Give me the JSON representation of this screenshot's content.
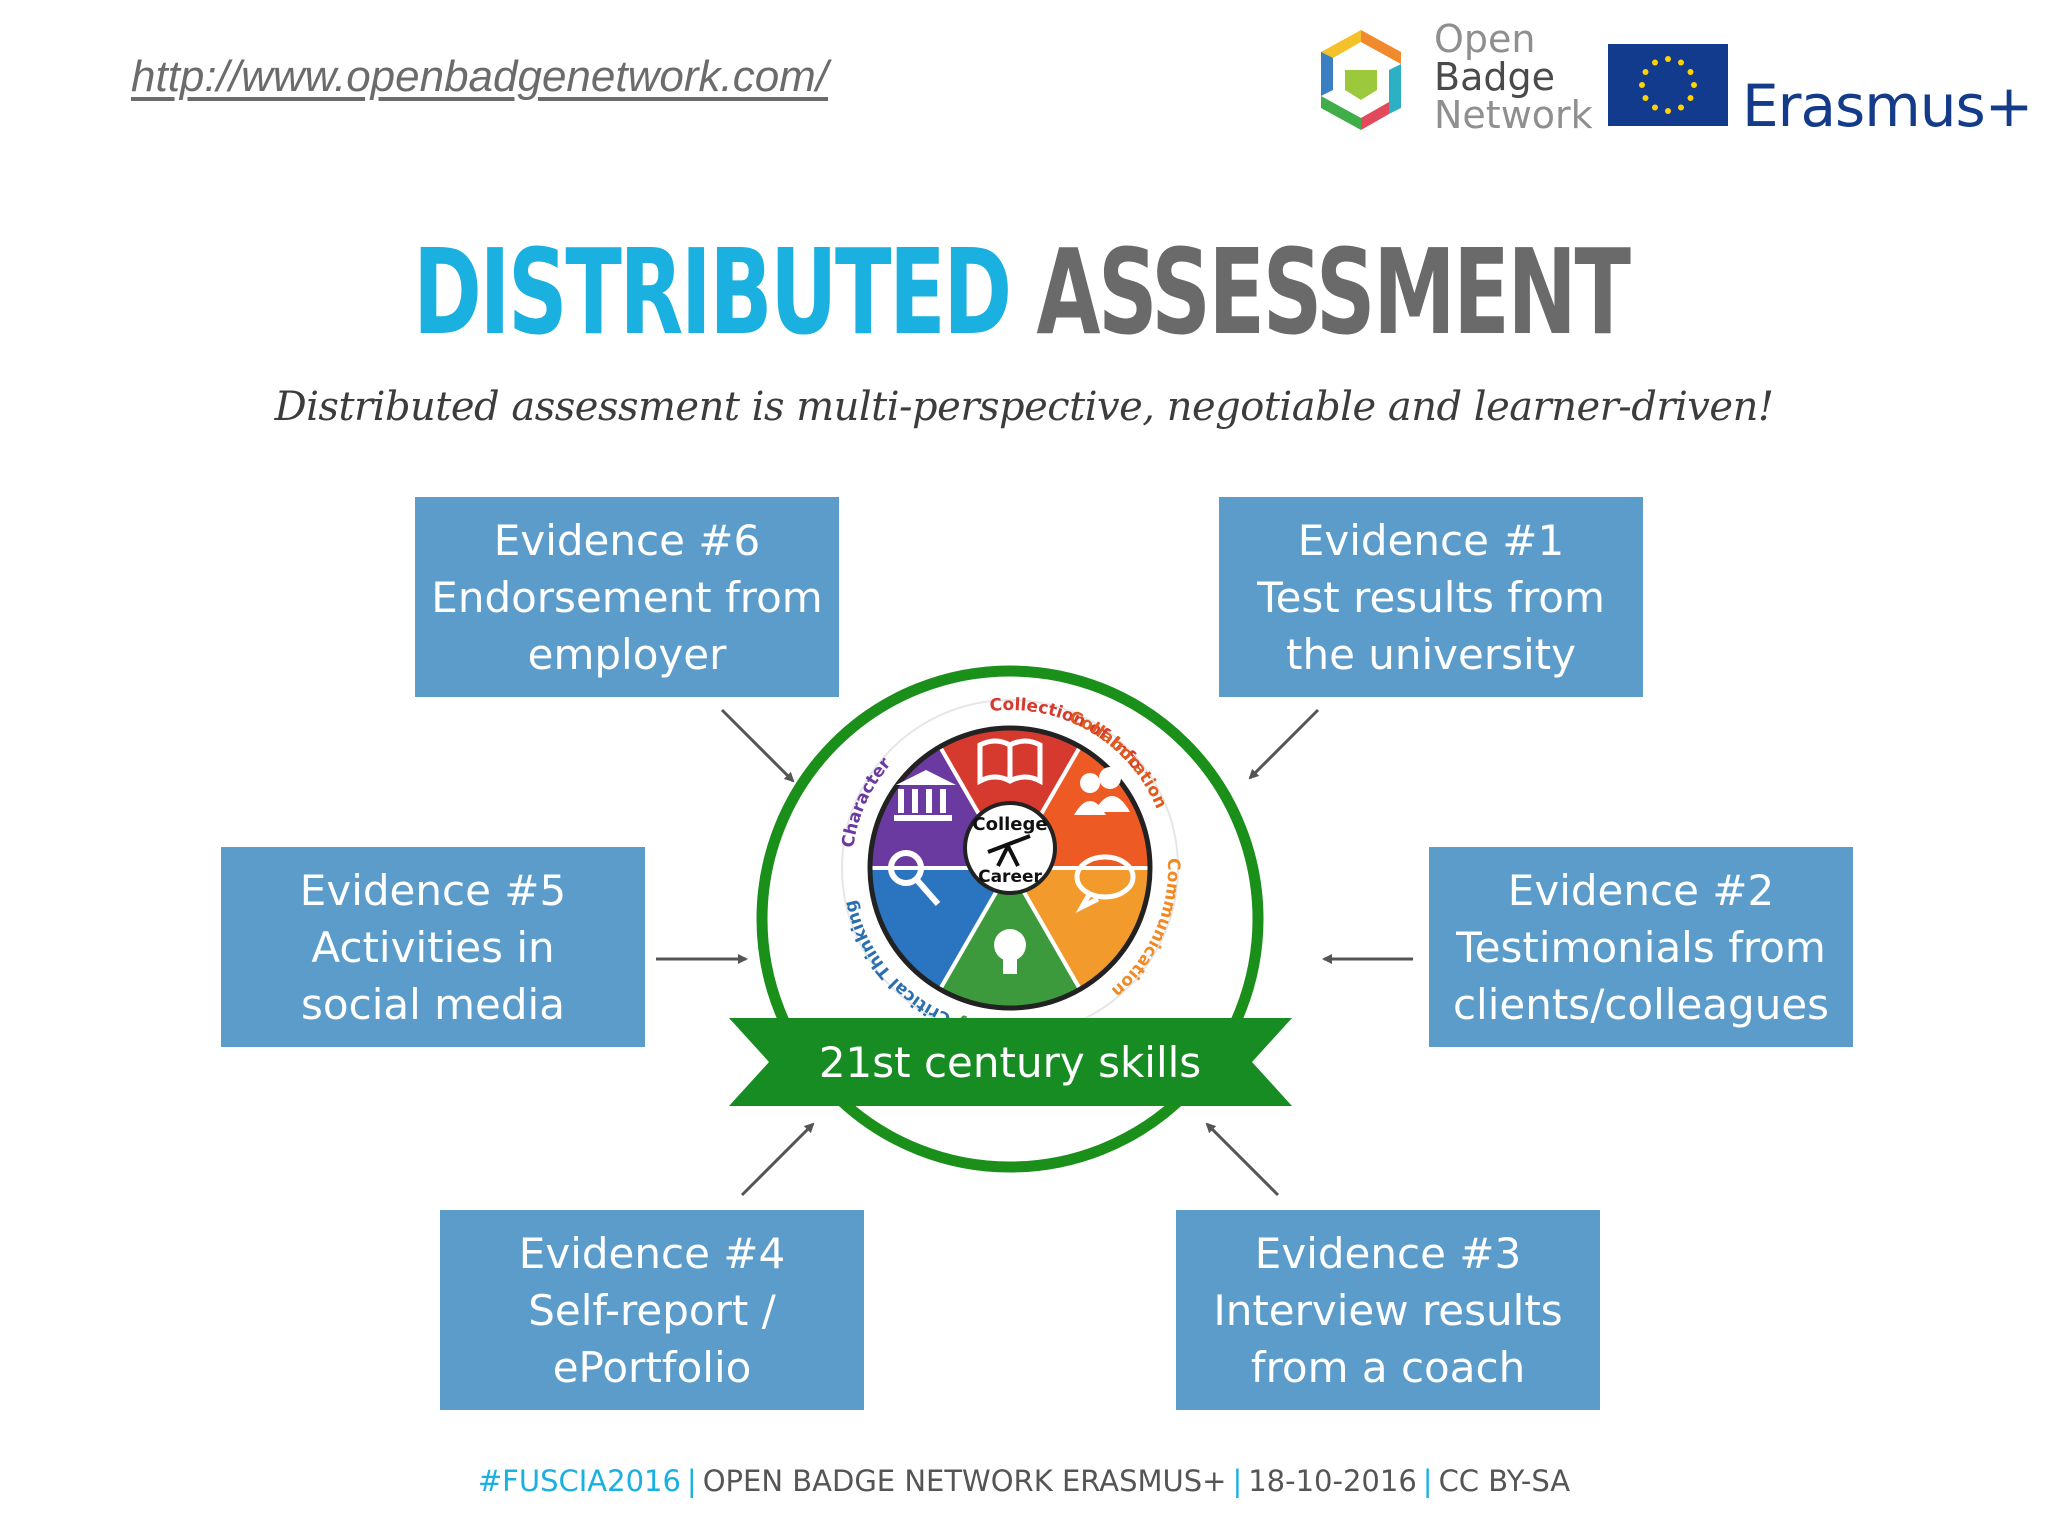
{
  "header": {
    "url": "http://www.openbadgenetwork.com/",
    "logo_lines": [
      "Open",
      "Badge",
      "Network"
    ],
    "erasmus": "Erasmus+"
  },
  "title": {
    "part1": "DISTRIBUTED",
    "part2": "ASSESSMENT"
  },
  "subtitle": "Distributed assessment is multi-perspective, negotiable and learner-driven!",
  "evidence": {
    "e1": [
      "Evidence #1",
      "Test results from",
      "the university"
    ],
    "e2": [
      "Evidence #2",
      "Testimonials from",
      "clients/colleagues"
    ],
    "e3": [
      "Evidence #3",
      "Interview results",
      "from a coach"
    ],
    "e4": [
      "Evidence #4",
      "Self-report /",
      "ePortfolio"
    ],
    "e5": [
      "Evidence #5",
      "Activities in",
      "social media"
    ],
    "e6": [
      "Evidence #6",
      "Endorsement from",
      "employer"
    ]
  },
  "center": {
    "banner": "21st century skills",
    "hub": [
      "College",
      "Career"
    ],
    "ring_labels": [
      "Collection of Info",
      "Collaboration",
      "Communication",
      "Creativity",
      "Critical Thinking",
      "Character"
    ]
  },
  "footer": {
    "hashtag": "#FUSCIA2016",
    "event": "OPEN BADGE NETWORK ERASMUS+",
    "date": "18-10-2016",
    "license": "CC BY-SA"
  },
  "colors": {
    "accent": "#1ab0e0",
    "box": "#5b9cca",
    "ring": "#1a8f1a",
    "title_gray": "#6a6a6a",
    "erasmus_blue": "#133b8a"
  }
}
